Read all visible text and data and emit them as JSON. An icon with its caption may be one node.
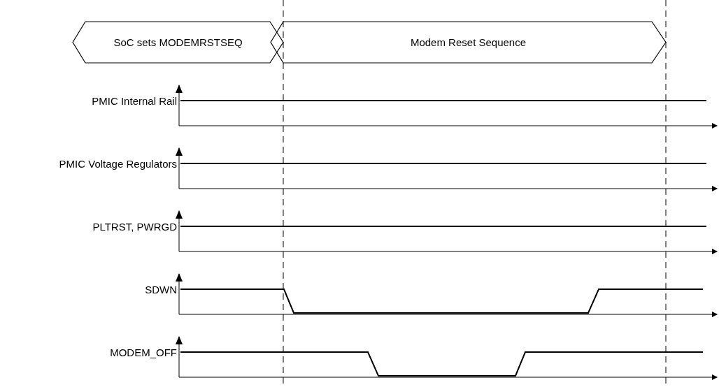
{
  "diagram": {
    "nodes": [
      {
        "text": [
          "SoC sets MODEMRSTSEQ"
        ]
      },
      {
        "text": [
          "Modem Reset Sequence"
        ]
      }
    ],
    "labels": [
      "PMIC Internal Rail",
      "PMIC Voltage Regulators",
      "PLTRST, PWRGD",
      "SDWN",
      "MODEM_OFF"
    ]
  }
}
